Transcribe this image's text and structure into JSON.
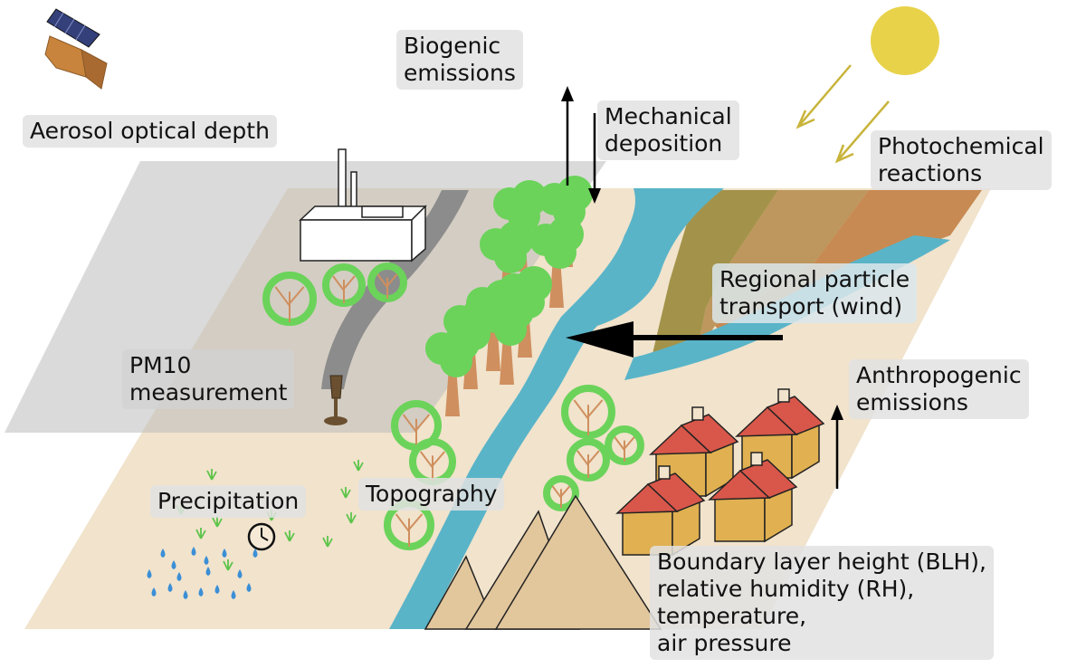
{
  "labels": {
    "biogenic": [
      "Biogenic",
      "emissions"
    ],
    "mechanical": [
      "Mechanical",
      "deposition"
    ],
    "aod": "Aerosol optical depth",
    "photochemical": [
      "Photochemical",
      "reactions"
    ],
    "regional": [
      "Regional particle",
      "transport (wind)"
    ],
    "pm10": [
      "PM10",
      "measurement"
    ],
    "anthropogenic": [
      "Anthropogenic",
      "emissions"
    ],
    "precipitation": "Precipitation",
    "topography": "Topography",
    "meteo": [
      "Boundary layer height (BLH),",
      "relative humidity (RH),",
      "temperature,",
      "air pressure"
    ]
  },
  "colors": {
    "ground": "#f1e3cc",
    "aod_plane": "#bcbcbc",
    "river": "#5ab4c8",
    "road": "#8c8c8c",
    "tree_foliage": "#6bd35a",
    "tree_trunk": "#cf8f5e",
    "house_wall": "#e0b051",
    "house_roof": "#d8574a",
    "sun": "#e8d24a",
    "sun_ray": "#c8b43a",
    "mountain": "#e2c69c",
    "raindrop": "#3b8fd6",
    "grass": "#5cc44a",
    "smog_band_1": "#9a8a3c",
    "smog_band_2": "#b48a4a",
    "smog_band_3": "#c07a3c"
  },
  "icons": [
    "satellite-icon",
    "sun-icon",
    "factory-icon",
    "pm10-sensor-icon",
    "clock-icon",
    "tree-icon",
    "shrub-icon",
    "house-icon",
    "mountain-icon",
    "raindrop-icon",
    "grass-icon"
  ]
}
